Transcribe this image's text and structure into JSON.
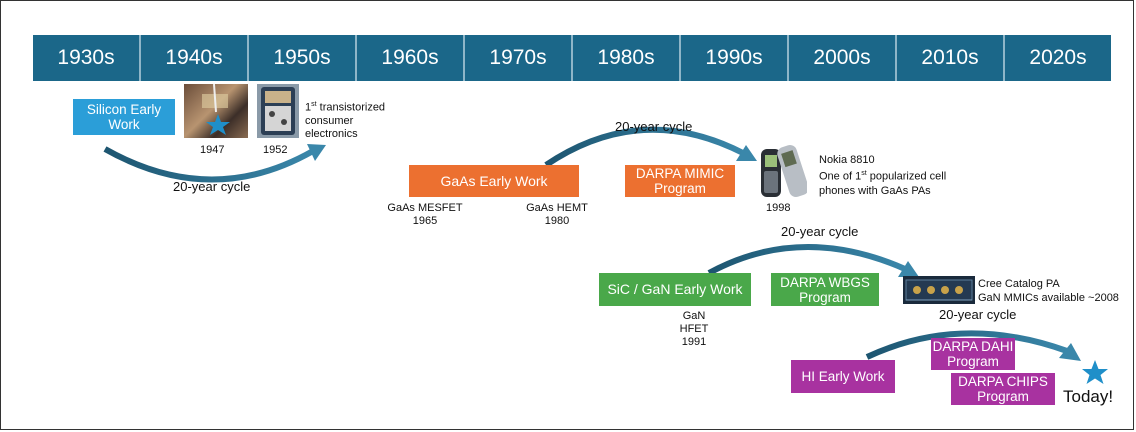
{
  "decades": [
    "1930s",
    "1940s",
    "1950s",
    "1960s",
    "1970s",
    "1980s",
    "1990s",
    "2000s",
    "2010s",
    "2020s"
  ],
  "silicon": {
    "box_label": "Silicon Early\nWork",
    "year1": "1947",
    "year2": "1952",
    "note_sup": "st",
    "note_1": "1",
    "note_rest": " transistorized\nconsumer\nelectronics",
    "cycle": "20-year cycle"
  },
  "gaas": {
    "box_label": "GaAs Early Work",
    "mesfet": "GaAs MESFET\n1965",
    "hemt": "GaAs HEMT\n1980",
    "cycle": "20-year cycle",
    "darpa": "DARPA MIMIC\nProgram",
    "phone_year": "1998",
    "note_title": "Nokia 8810",
    "note_line2_a": "One of 1",
    "note_line2_sup": "st",
    "note_line2_b": " popularized cell",
    "note_line3": "phones with GaAs PAs"
  },
  "gan": {
    "box_label": "SiC / GaN Early Work",
    "hfet": "GaN HFET\n1991",
    "cycle": "20-year cycle",
    "darpa": "DARPA WBGS\nProgram",
    "note": "Cree Catalog PA\nGaN MMICs available ~2008"
  },
  "hi": {
    "box_label": "HI Early Work",
    "cycle": "20-year cycle",
    "darpa_dahi": "DARPA DAHI\nProgram",
    "darpa_chips": "DARPA CHIPS\nProgram",
    "today": "Today!"
  },
  "colors": {
    "timeline": "#1b6789",
    "silicon": "#2b9ed8",
    "gaas": "#ec7030",
    "gan": "#4aa84a",
    "hi": "#a832a0",
    "arrow": "#1d5570",
    "star": "#1f8fc9"
  }
}
